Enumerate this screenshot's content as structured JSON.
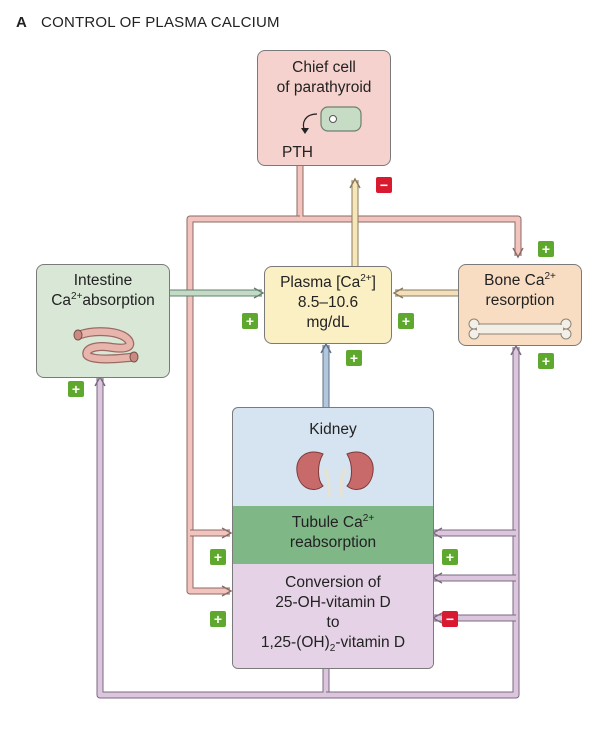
{
  "title": {
    "letter": "A",
    "text": "CONTROL OF PLASMA CALCIUM"
  },
  "chief_cell": {
    "line1": "Chief cell",
    "line2": "of parathyroid",
    "product": "PTH"
  },
  "intestine": {
    "line1": "Intestine",
    "ca": "Ca",
    "charge": "2+",
    "rest": "absorption"
  },
  "plasma": {
    "line1_pre": "Plasma [Ca",
    "charge": "2+",
    "line1_post": "]",
    "range": "8.5–10.6",
    "unit": "mg/dL"
  },
  "bone": {
    "pre": "Bone Ca",
    "charge": "2+",
    "line2": "resorption"
  },
  "kidney": {
    "label": "Kidney"
  },
  "tubule": {
    "pre": "Tubule Ca",
    "charge": "2+",
    "line2": "reabsorption"
  },
  "conversion": {
    "line1": "Conversion of",
    "line2": "25-OH-vitamin D",
    "line3": "to",
    "line4_pre": "1,25-(OH)",
    "line4_sub": "2",
    "line4_post": "-vitamin D"
  },
  "badges": {
    "plus": "+",
    "minus": "−"
  },
  "colors": {
    "pth_pathway": "#f2c4bd",
    "calcium_flow": "#f3dfb8",
    "vitamin_d_pathway": "#d6bfd8",
    "kidney_to_plasma": "#a9bfd8",
    "intestine_to_plasma": "#bdd3c0",
    "plus_badge": "#5fa82e",
    "minus_badge": "#d9192f"
  }
}
